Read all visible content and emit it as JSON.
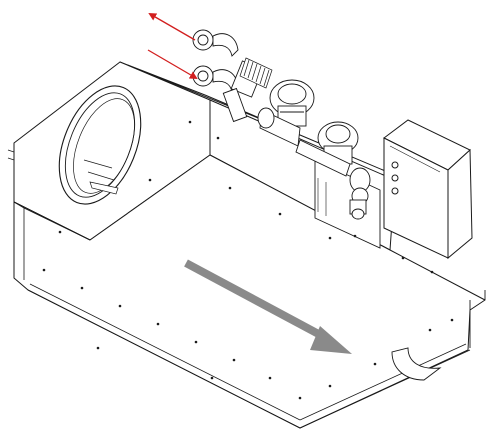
{
  "drawing": {
    "subject": "fan-coil-unit-isometric",
    "colors": {
      "line": "#1a1a1a",
      "fill": "#ffffff",
      "water_arrow": "#d21f1f",
      "air_arrow": "#8a8a8a"
    },
    "water_flow_arrows": [
      {
        "direction": "outlet"
      },
      {
        "direction": "inlet"
      }
    ],
    "air_flow_arrow": {
      "direction": "discharge"
    }
  }
}
